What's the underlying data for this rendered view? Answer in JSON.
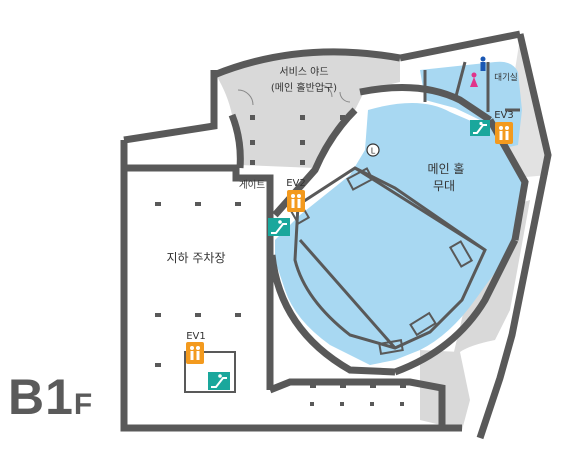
{
  "floor": {
    "level": "B1",
    "suffix": "F"
  },
  "colors": {
    "hall_fill": "#a8d8f2",
    "service_fill": "#d9d9d9",
    "wall": "#595959",
    "elevator": "#f39a1e",
    "escalator": "#1aa79c",
    "men_restroom": "#1a57b3",
    "women_restroom": "#e0338a"
  },
  "rooms": {
    "service_yard": {
      "line1": "서비스 야드",
      "line2": "(메인 홀반입구)"
    },
    "main_hall": {
      "line1": "메인 홀",
      "line2": "무대"
    },
    "parking": {
      "label": "지하 주차장"
    },
    "gate": {
      "label": "게이트"
    },
    "waiting_room": {
      "label": "대기실"
    }
  },
  "elevators": [
    {
      "label": "EV1"
    },
    {
      "label": "EV2"
    },
    {
      "label": "EV3"
    }
  ],
  "markers": {
    "lift": "L"
  },
  "icons": {
    "elevator": "elevator-icon",
    "escalator": "escalator-icon",
    "restroom_men": "restroom-men-icon",
    "restroom_women": "restroom-women-icon",
    "lift": "lift-marker-icon"
  }
}
